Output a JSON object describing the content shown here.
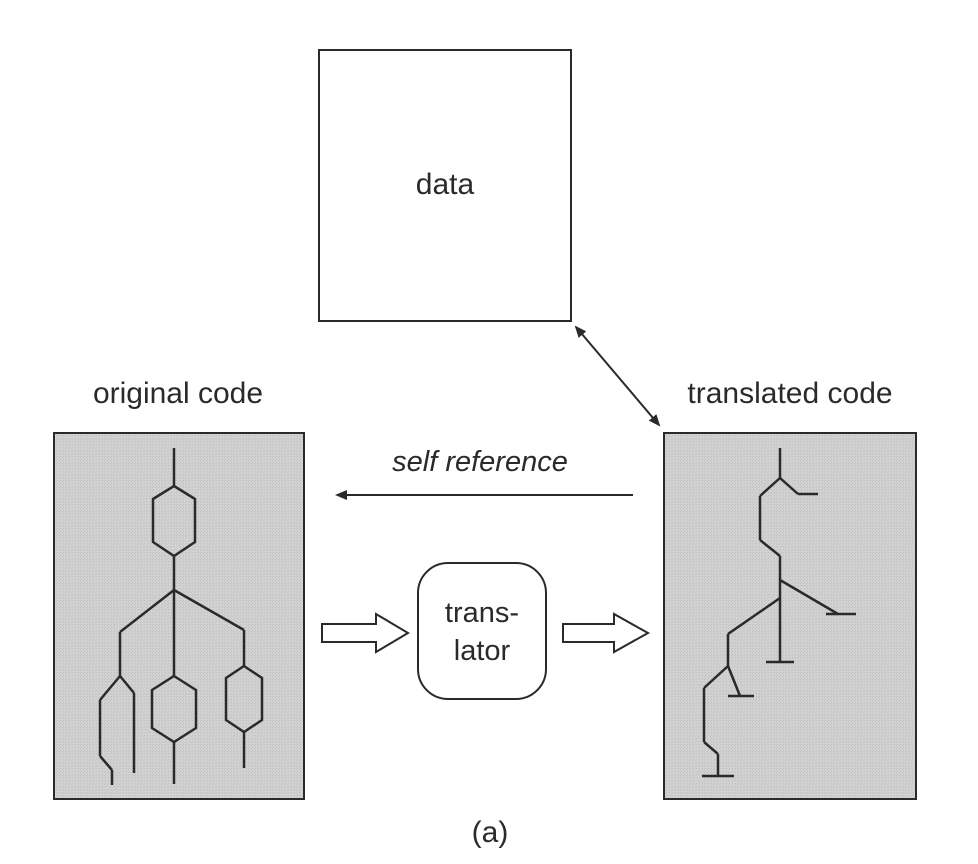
{
  "diagram": {
    "data_box_label": "data",
    "original_code_label": "original code",
    "translated_code_label": "translated code",
    "self_reference_label": "self reference",
    "translator_line1": "trans-",
    "translator_line2": "lator",
    "caption": "(a)"
  },
  "colors": {
    "line": "#2a2a2a",
    "panel_fill": "#cfcfcf",
    "box_fill": "#ffffff"
  }
}
